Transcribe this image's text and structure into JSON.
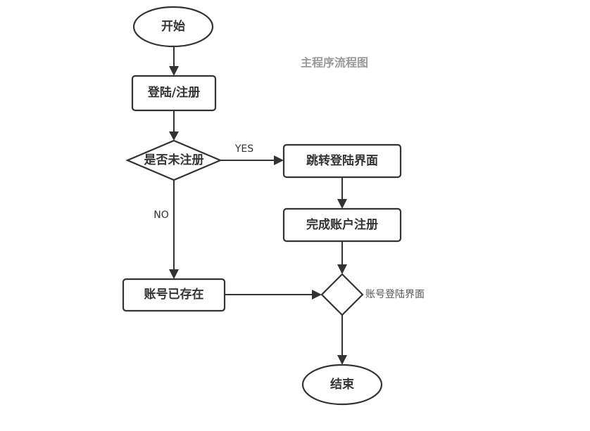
{
  "diagram": {
    "title": "主程序流程图",
    "type": "flowchart",
    "colors": {
      "stroke": "#333333",
      "title": "#999999",
      "side_label": "#555555",
      "background": "#ffffff"
    },
    "nodes": {
      "start": {
        "label": "开始",
        "shape": "terminator"
      },
      "login_register": {
        "label": "登陆/注册",
        "shape": "process"
      },
      "is_unregistered": {
        "label": "是否未注册",
        "shape": "decision"
      },
      "goto_login": {
        "label": "跳转登陆界面",
        "shape": "process"
      },
      "complete_register": {
        "label": "完成账户注册",
        "shape": "process"
      },
      "account_exists": {
        "label": "账号已存在",
        "shape": "process"
      },
      "login_page_merge": {
        "label": "",
        "shape": "decision",
        "side_label": "账号登陆界面"
      },
      "end": {
        "label": "结束",
        "shape": "terminator"
      }
    },
    "edges": [
      {
        "from": "start",
        "to": "login_register",
        "label": ""
      },
      {
        "from": "login_register",
        "to": "is_unregistered",
        "label": ""
      },
      {
        "from": "is_unregistered",
        "to": "goto_login",
        "label": "YES"
      },
      {
        "from": "is_unregistered",
        "to": "account_exists",
        "label": "NO"
      },
      {
        "from": "goto_login",
        "to": "complete_register",
        "label": ""
      },
      {
        "from": "complete_register",
        "to": "login_page_merge",
        "label": ""
      },
      {
        "from": "account_exists",
        "to": "login_page_merge",
        "label": ""
      },
      {
        "from": "login_page_merge",
        "to": "end",
        "label": ""
      }
    ],
    "edge_labels": {
      "yes": "YES",
      "no": "NO"
    }
  }
}
